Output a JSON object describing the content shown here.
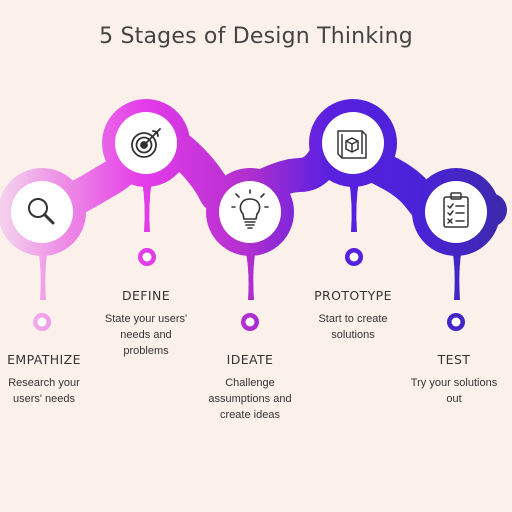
{
  "title": "5 Stages of Design Thinking",
  "colors": {
    "background": "#fcf1ea",
    "gradient": [
      "#f2c6ea",
      "#e53be8",
      "#a226c0",
      "#4a1ee3",
      "#3a2bb8"
    ]
  },
  "stages": [
    {
      "heading": "EMPATHIZE",
      "desc_lines": [
        "Research your",
        "users' needs"
      ],
      "icon": "magnifier-icon"
    },
    {
      "heading": "DEFINE",
      "desc_lines": [
        "State your users'",
        "needs and",
        "problems"
      ],
      "icon": "target-icon"
    },
    {
      "heading": "IDEATE",
      "desc_lines": [
        "Challenge",
        "assumptions and",
        "create ideas"
      ],
      "icon": "lightbulb-icon"
    },
    {
      "heading": "PROTOTYPE",
      "desc_lines": [
        "Start to create",
        "solutions"
      ],
      "icon": "blueprint-cube-icon"
    },
    {
      "heading": "TEST",
      "desc_lines": [
        "Try your solutions",
        "out"
      ],
      "icon": "clipboard-checklist-icon"
    }
  ]
}
